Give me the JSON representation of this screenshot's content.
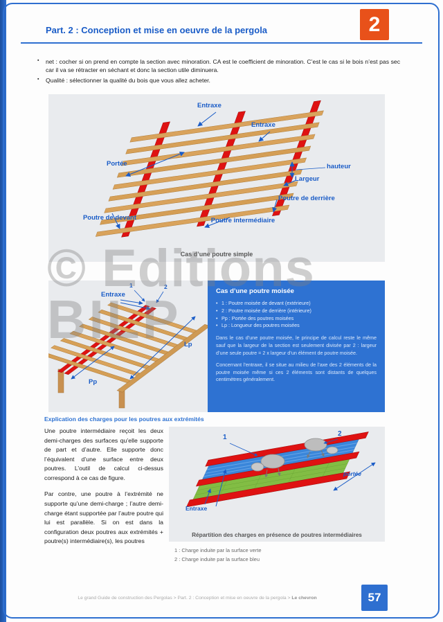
{
  "header": {
    "title": "Part. 2 : Conception et mise en oeuvre de la pergola",
    "chapter": "2"
  },
  "intro": {
    "bullets": [
      "net : cocher si on prend en compte la section avec minoration. CA est le coefficient de minoration. C’est le cas si le bois n’est pas sec car il va se rétracter en séchant et donc la section utile diminuera.",
      "Qualité : sélectionner la qualité du bois que vous allez acheter."
    ]
  },
  "figure1": {
    "caption": "Cas d’une poutre simple",
    "labels": {
      "entraxe1": "Entraxe",
      "entraxe2": "Entraxe",
      "portee": "Portée",
      "hauteur": "hauteur",
      "largeur": "Largeur",
      "poutre_derriere": "Poutre de derrière",
      "poutre_devant": "Poutre de devant",
      "poutre_intermediaire": "Poutre intermédiaire"
    }
  },
  "watermark": {
    "line1": "© Editions",
    "line2": "BILP"
  },
  "figure2": {
    "labels": {
      "n1": "1",
      "n2": "2",
      "entraxe": "Entraxe",
      "lp": "Lp",
      "pp": "Pp"
    },
    "panel": {
      "title": "Cas d’une poutre moisée",
      "items": [
        "1 : Poutre moisée de devant (extérieure)",
        "2 : Poutre moisée de derrière (intérieure)",
        "Pp : Portée des poutres moisées",
        "Lp : Longueur des poutres moisées"
      ],
      "paragraphs": [
        "Dans le cas d’une poutre moisée, le principe de calcul reste le même sauf que la largeur de la section est seulement divisée par 2 : largeur d’une seule poutre = 2 x largeur d’un élément de poutre moisée.",
        "Concernant l’entraxe, il se situe au milieu de l’axe des 2 éléments de la poutre moisée même si ces 2 éléments sont distants de quelques centimètres généralement."
      ]
    }
  },
  "charges": {
    "heading": "Explication des charges pour les poutres aux extrémités",
    "paragraphs": [
      "Une poutre intermédiaire reçoit les deux demi-charges des surfaces qu’elle supporte de part et d’autre. Elle supporte donc l’équivalent d’une surface entre deux poutres. L’outil de calcul ci-dessus correspond à ce cas de figure.",
      "Par contre, une poutre à l’extrémité ne supporte qu’une demi-charge ; l’autre demi-charge étant supportée par l’autre poutre qui lui est parallèle. Si on est dans la configuration deux poutres aux extrémités + poutre(s) intermédiaire(s), les poutres"
    ]
  },
  "figure3": {
    "labels": {
      "n1": "1",
      "n2": "2",
      "entraxe": "Entraxe",
      "portee": "portée"
    },
    "caption": "Répartition des charges en présence de poutres intermédiaires",
    "legend": [
      "1 : Charge induite par la surface verte",
      "2 : Charge induite par la surface bleu"
    ]
  },
  "footer": {
    "breadcrumb": "Le grand Guide de construction des Pergolas > Part. 2 : Conception et mise en oeuvre de la pergola > ",
    "breadcrumb_bold": "Le chevron",
    "page": "57"
  },
  "colors": {
    "accent_blue": "#2e6fd0",
    "chapter_orange": "#e8511a",
    "beam_red": "#df1212",
    "wood_tan": "#d9a35c",
    "surface_green": "#82bd44",
    "surface_blue": "#3a86da"
  }
}
